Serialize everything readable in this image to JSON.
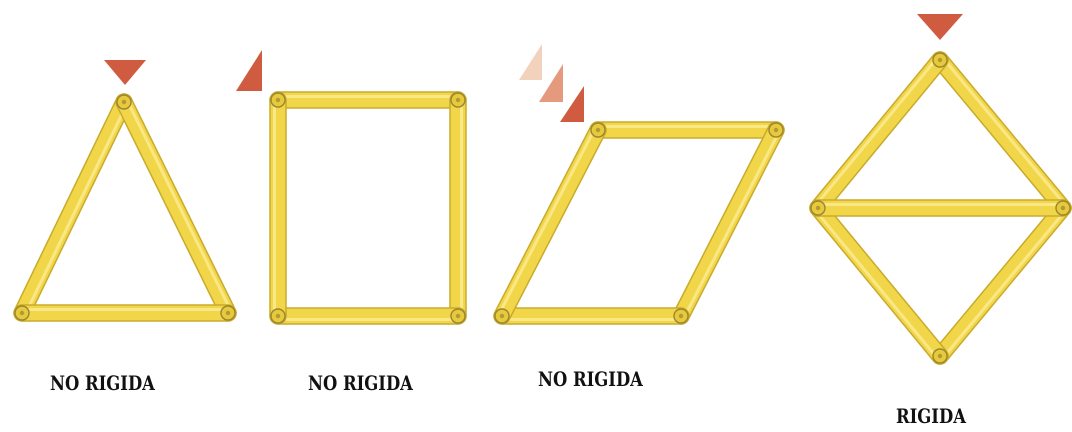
{
  "colors": {
    "bar_fill": "#f2d64a",
    "bar_edge": "#c9ab2a",
    "bar_highlight": "#fbe98c",
    "pivot_fill": "#e7c93c",
    "pivot_edge": "#9a8530",
    "arrow_main": "#cf5b40",
    "arrow_mid": "#e59a7e",
    "arrow_faint": "#f3d2bd",
    "label_color": "#111111"
  },
  "figures": [
    {
      "shape": "triangle",
      "label": "NO RIGIDA"
    },
    {
      "shape": "rectangle",
      "label": "NO RIGIDA"
    },
    {
      "shape": "parallelogram",
      "label": "NO RIGIDA"
    },
    {
      "shape": "rhombus-with-brace",
      "label": "RIGIDA"
    }
  ],
  "arrow_icons": [
    "push-arrow-icon",
    "push-arrow-icon",
    "motion-trail-arrow-icon",
    "push-arrow-icon"
  ]
}
